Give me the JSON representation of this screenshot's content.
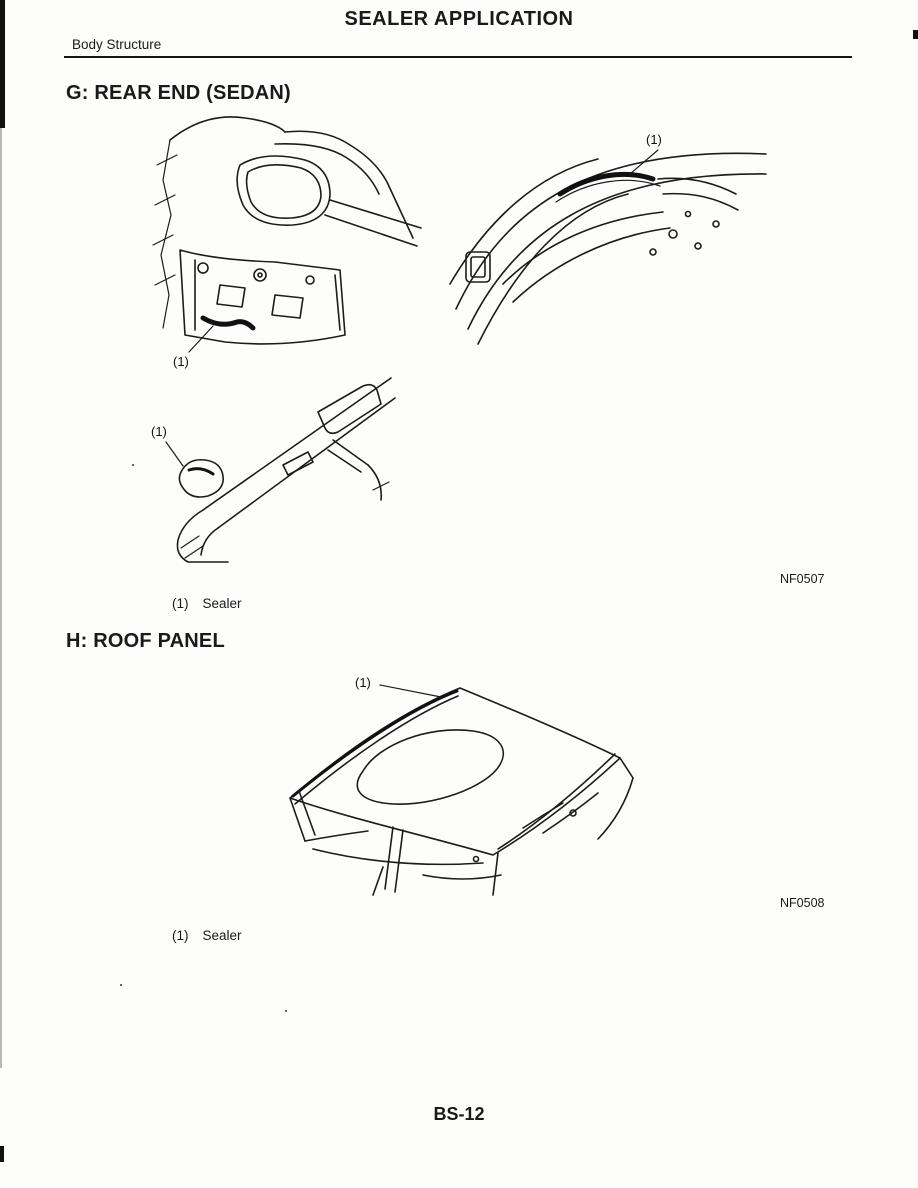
{
  "header": {
    "title": "SEALER APPLICATION",
    "breadcrumb": "Body Structure"
  },
  "sections": {
    "rear_end": {
      "heading": "G: REAR END (SEDAN)",
      "figure_code": "NF0507",
      "legend": {
        "index": "(1)",
        "label": "Sealer"
      },
      "callouts": {
        "a": "(1)",
        "b": "(1)",
        "c": "(1)"
      }
    },
    "roof_panel": {
      "heading": "H: ROOF PANEL",
      "figure_code": "NF0508",
      "legend": {
        "index": "(1)",
        "label": "Sealer"
      },
      "callouts": {
        "a": "(1)"
      }
    }
  },
  "footer": {
    "page_number": "BS-12"
  }
}
